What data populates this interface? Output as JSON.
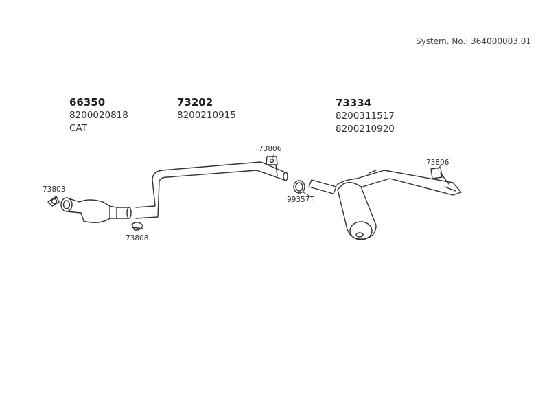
{
  "system_number": "System. No.: 364000003.01",
  "parts": [
    {
      "id": "66350",
      "oe_numbers": [
        "8200020818"
      ],
      "note": "CAT"
    },
    {
      "id": "73202",
      "oe_numbers": [
        "8200210915"
      ],
      "note": ""
    },
    {
      "id": "73334",
      "oe_numbers": [
        "8200311517",
        "8200210920"
      ],
      "note": ""
    }
  ],
  "callouts": {
    "gasket": "73803",
    "clamp_front": "73808",
    "hanger_mid": "73806",
    "clamp_mid": "99357T",
    "hanger_rear": "73806"
  }
}
